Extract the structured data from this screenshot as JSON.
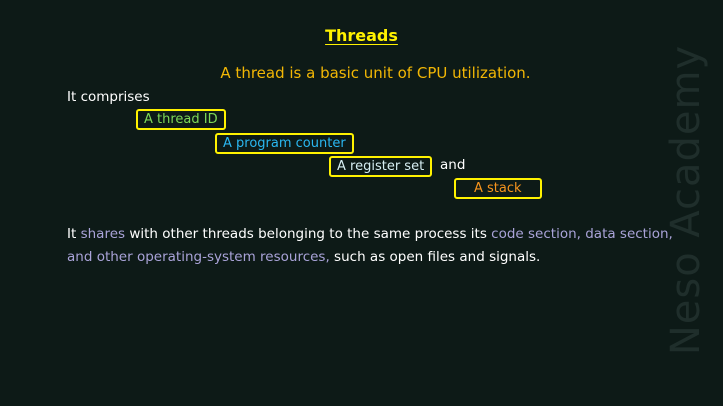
{
  "title": "Threads",
  "definition": "A thread is a basic unit of CPU utilization.",
  "comprises_label": "It comprises",
  "components": {
    "thread_id": "A thread ID",
    "program_counter": "A program counter",
    "register_set": "A register set",
    "and_word": "and",
    "stack": "A stack"
  },
  "shares": {
    "p1": "It ",
    "h1": "shares",
    "p2": " with other threads belonging to the same process its ",
    "h2": "code section, data section,",
    "p3": " ",
    "h3": "and other operating-system resources,",
    "p4": " such as open files and signals."
  },
  "watermark": "Neso Academy",
  "colors": {
    "background": "#0d1a17",
    "title": "#fff200",
    "definition": "#f2b705",
    "box_border": "#fff200",
    "thread_id": "#7ed957",
    "program_counter": "#2ab7f0",
    "register_set": "#d6eef2",
    "stack": "#f7941d",
    "highlight": "#a9a3d8"
  }
}
